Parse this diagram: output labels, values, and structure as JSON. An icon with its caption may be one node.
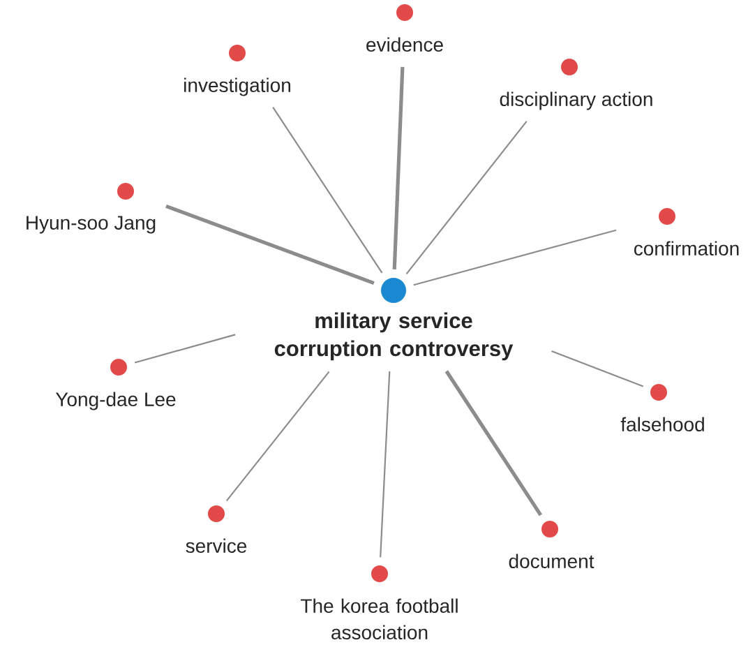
{
  "diagram": {
    "nodes": [
      {
        "text": [
          "military service corruption controversy"
        ]
      },
      {
        "text": [
          "evidence"
        ]
      },
      {
        "text": [
          "investigation"
        ]
      },
      {
        "text": [
          "disciplinary action"
        ]
      },
      {
        "text": [
          "Hyun-soo Jang"
        ]
      },
      {
        "text": [
          "confirmation"
        ]
      },
      {
        "text": [
          "Yong-dae Lee"
        ]
      },
      {
        "text": [
          "falsehood"
        ]
      },
      {
        "text": [
          "service"
        ]
      },
      {
        "text": [
          "The korea football association"
        ]
      },
      {
        "text": [
          "document"
        ]
      }
    ],
    "edges": [
      {
        "from": 0,
        "to": 1,
        "arrow": "none",
        "style": "thick"
      },
      {
        "from": 0,
        "to": 2,
        "arrow": "none"
      },
      {
        "from": 0,
        "to": 3,
        "arrow": "none"
      },
      {
        "from": 0,
        "to": 4,
        "arrow": "none",
        "style": "thick"
      },
      {
        "from": 0,
        "to": 5,
        "arrow": "none"
      },
      {
        "from": 0,
        "to": 6,
        "arrow": "none"
      },
      {
        "from": 0,
        "to": 7,
        "arrow": "none"
      },
      {
        "from": 0,
        "to": 8,
        "arrow": "none"
      },
      {
        "from": 0,
        "to": 9,
        "arrow": "none"
      },
      {
        "from": 0,
        "to": 10,
        "arrow": "none",
        "style": "thick"
      }
    ]
  }
}
